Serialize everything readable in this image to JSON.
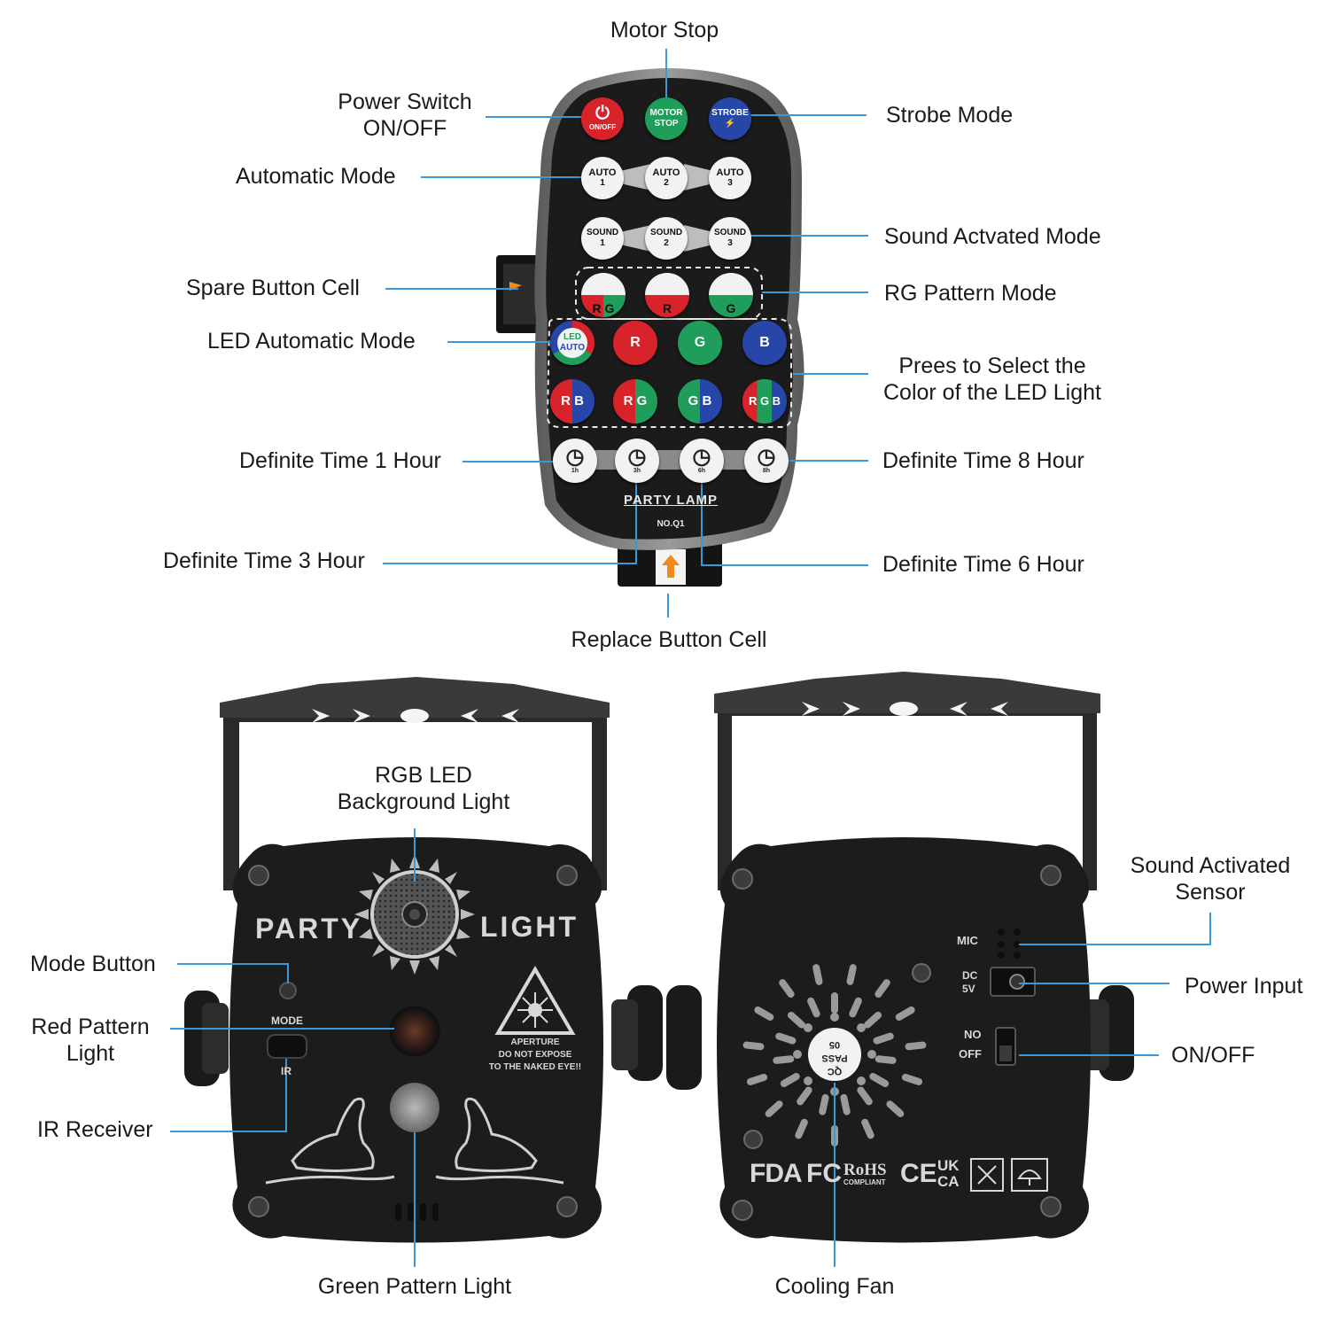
{
  "remote": {
    "buttons": {
      "power": {
        "line1": "⏻",
        "line2": "ON/OFF"
      },
      "motor_stop": {
        "line1": "MOTOR",
        "line2": "STOP"
      },
      "strobe": {
        "line1": "STROBE",
        "line2": "⚡"
      },
      "auto": [
        {
          "line1": "AUTO",
          "line2": "1"
        },
        {
          "line1": "AUTO",
          "line2": "2"
        },
        {
          "line1": "AUTO",
          "line2": "3"
        }
      ],
      "sound": [
        {
          "line1": "SOUND",
          "line2": "1"
        },
        {
          "line1": "SOUND",
          "line2": "2"
        },
        {
          "line1": "SOUND",
          "line2": "3"
        }
      ],
      "rg_pattern": [
        "R G",
        "R",
        "G"
      ],
      "led_auto": {
        "line1": "LED",
        "line2": "AUTO"
      },
      "color_row1": [
        "R",
        "G",
        "B"
      ],
      "color_row2": [
        "R B",
        "R G",
        "G B",
        "R G B"
      ],
      "timers": [
        "1h",
        "3h",
        "6h",
        "8h"
      ]
    },
    "brand": "PARTY LAMP",
    "model": "NO.Q1",
    "colors": {
      "body": "#1b1b1b",
      "rim": "#8c8c8c",
      "red": "#d8232a",
      "green": "#1e9e5a",
      "blue": "#2646a8",
      "white": "#f2f2f2"
    }
  },
  "labels": {
    "motor_stop": "Motor Stop",
    "power_switch_1": "Power Switch",
    "power_switch_2": "ON/OFF",
    "strobe_mode": "Strobe Mode",
    "automatic_mode": "Automatic Mode",
    "sound_mode": "Sound Actvated Mode",
    "spare_cell": "Spare Button Cell",
    "rg_pattern": "RG Pattern Mode",
    "led_auto": "LED Automatic Mode",
    "select_color_1": "Prees to Select the",
    "select_color_2": "Color of the LED Light",
    "time1": "Definite Time 1 Hour",
    "time8": "Definite Time 8 Hour",
    "time3": "Definite Time 3 Hour",
    "time6": "Definite Time 6 Hour",
    "replace_cell": "Replace Button Cell",
    "rgb_led_1": "RGB LED",
    "rgb_led_2": "Background Light",
    "mode_button": "Mode Button",
    "red_pattern_1": "Red Pattern",
    "red_pattern_2": "Light",
    "ir_receiver": "IR Receiver",
    "green_pattern": "Green Pattern Light",
    "sound_sensor_1": "Sound Activated",
    "sound_sensor_2": "Sensor",
    "power_input": "Power Input",
    "on_off": "ON/OFF",
    "cooling_fan": "Cooling Fan"
  },
  "front_device": {
    "brand_left": "PARTY",
    "brand_right": "LIGHT",
    "mode": "MODE",
    "ir": "IR",
    "warning_1": "APERTURE",
    "warning_2": "DO NOT EXPOSE",
    "warning_3": "TO THE NAKED EYE!!"
  },
  "back_device": {
    "mic": "MIC",
    "dc_1": "DC",
    "dc_2": "5V",
    "no": "NO",
    "off": "OFF",
    "qc_1": "QC",
    "qc_2": "PASS",
    "qc_3": "05",
    "cert_fda": "FDA",
    "cert_fc": "FC",
    "cert_rohs": "RoHS",
    "cert_rohs_sub": "COMPLIANT",
    "cert_ce": "CE",
    "cert_uk": "UK",
    "cert_ca": "CA"
  },
  "leader_color": "#3a9ad9"
}
